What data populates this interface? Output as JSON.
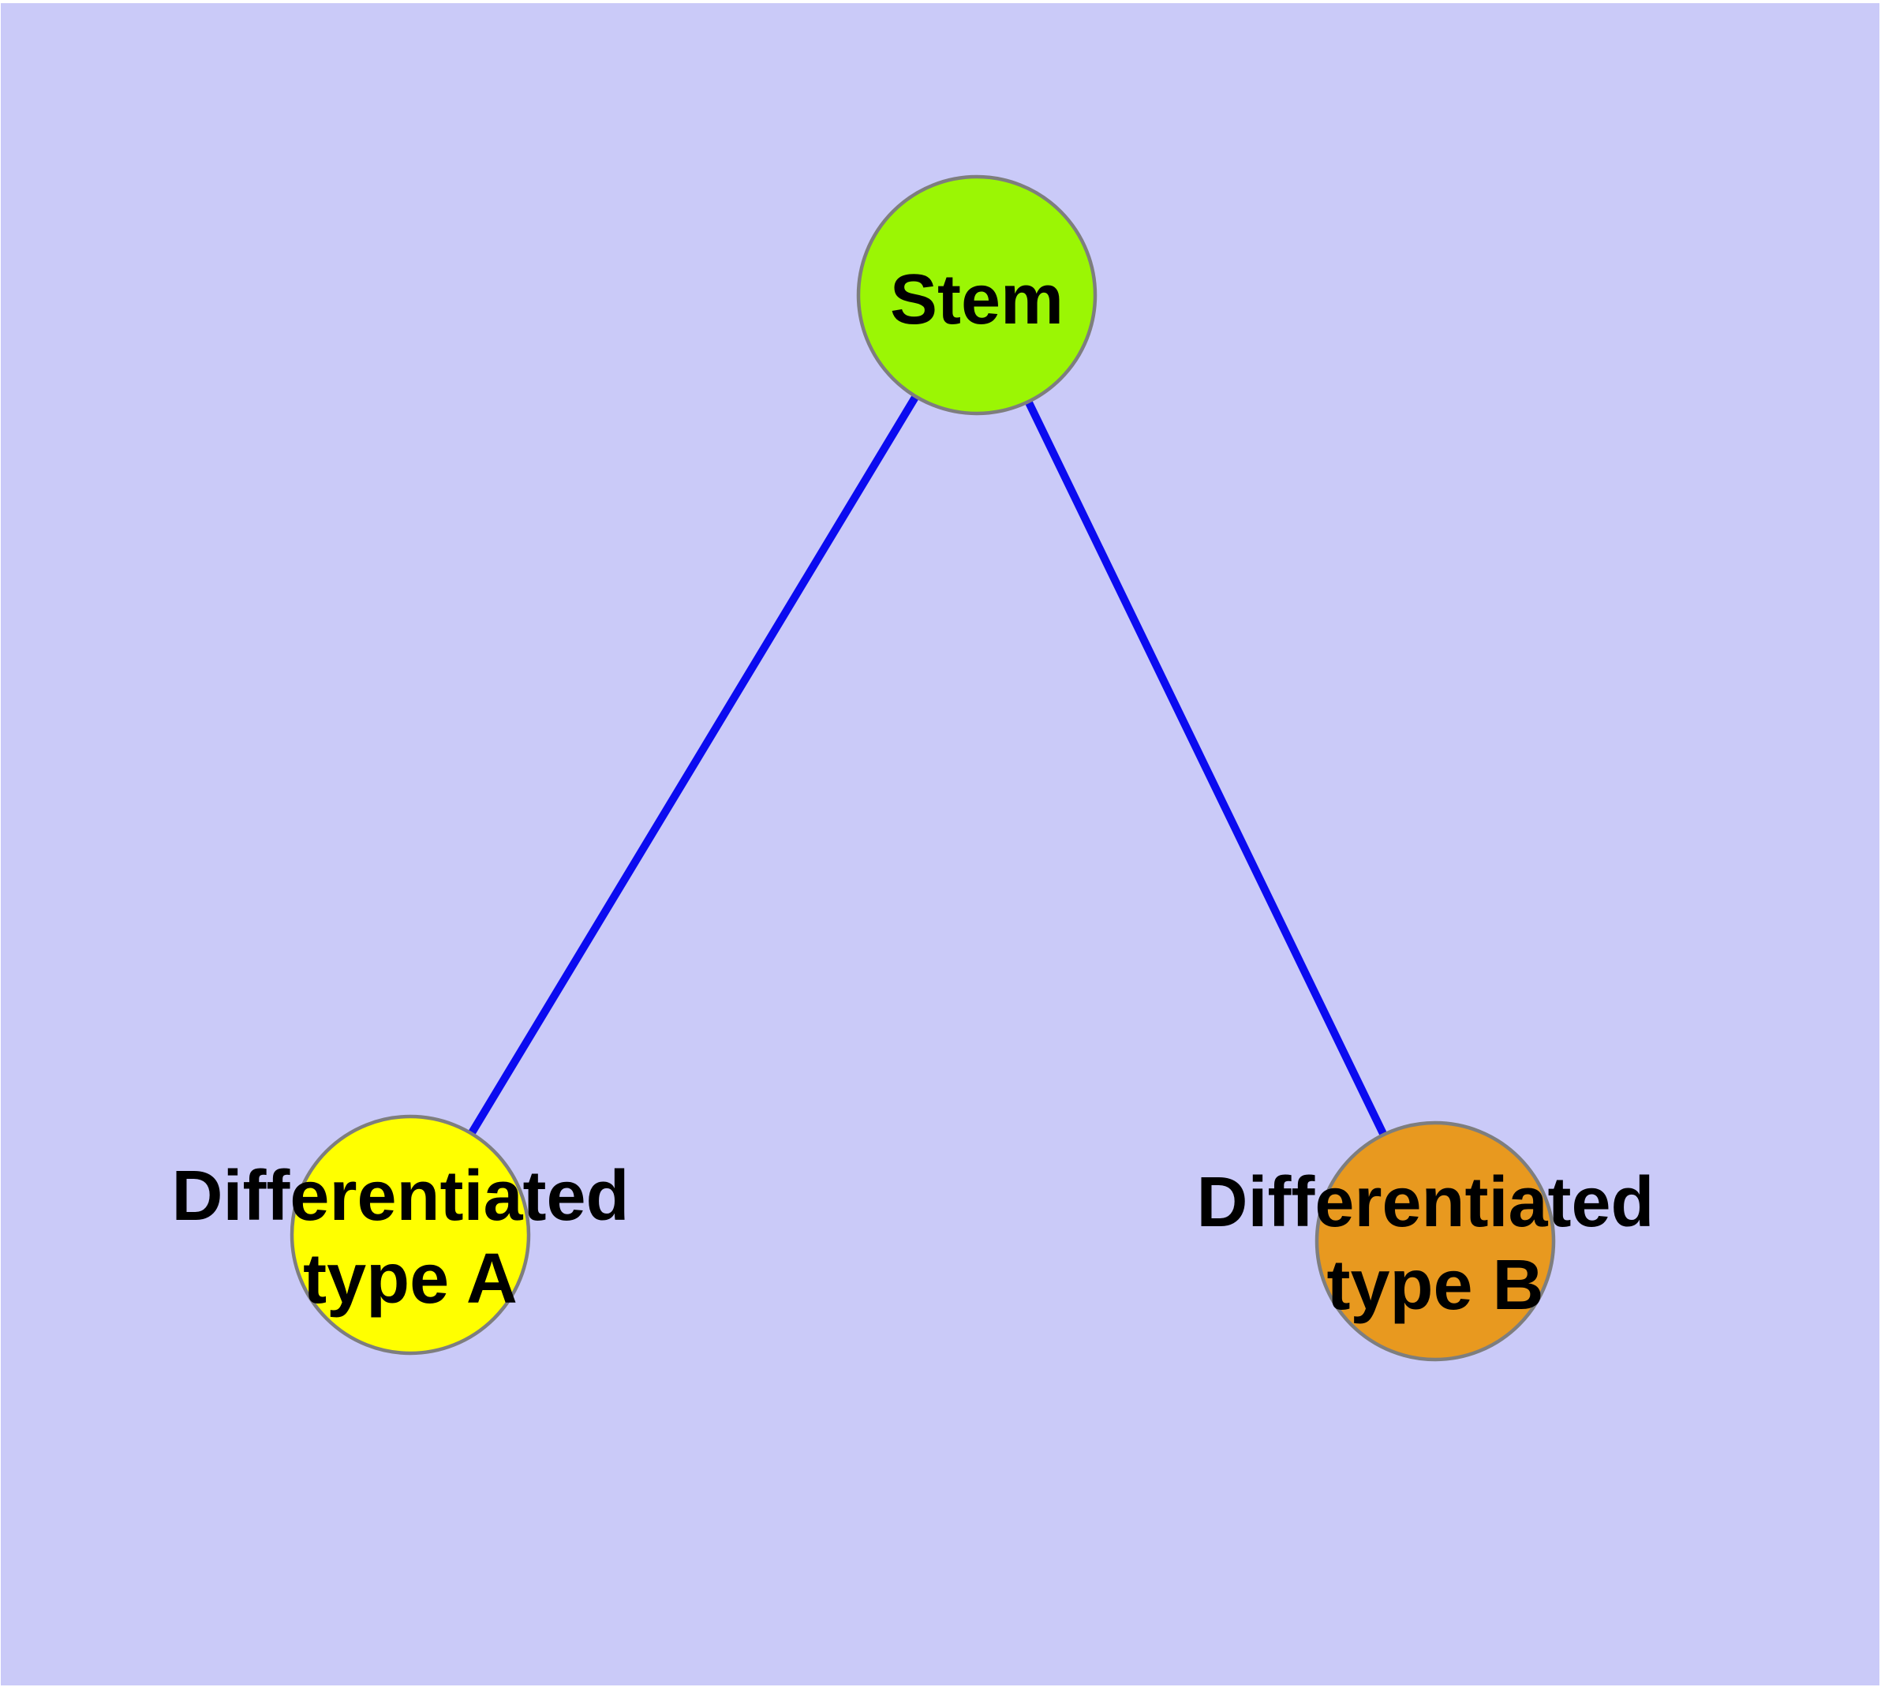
{
  "diagram": {
    "background_color": "#CACAF8",
    "node_border_color": "#7E7E7E",
    "edge_color": "#0B0BF0",
    "label_color": "#000000",
    "nodes": [
      {
        "id": "stem",
        "label": "Stem",
        "label_lines": [
          "Stem"
        ],
        "color": "#9BF604"
      },
      {
        "id": "type-a",
        "label": "Differentiated type A",
        "label_lines": [
          "Differentiated",
          "type A"
        ],
        "color": "#FFFF00"
      },
      {
        "id": "type-b",
        "label": "Differentiated type B",
        "label_lines": [
          "Differentiated",
          "type B"
        ],
        "color": "#E8991F"
      }
    ],
    "edges": [
      {
        "from": "Stem",
        "to": "Differentiated type A"
      },
      {
        "from": "Stem",
        "to": "Differentiated type B"
      }
    ]
  }
}
